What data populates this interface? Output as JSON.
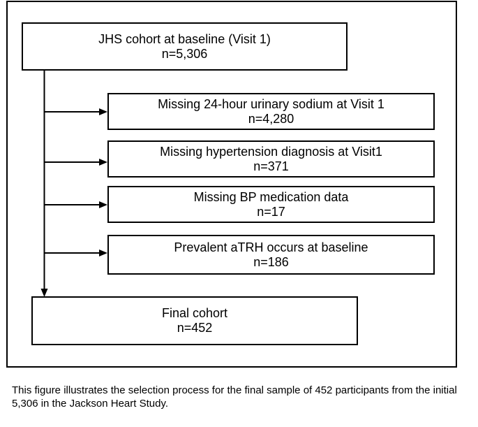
{
  "diagram": {
    "source_box": {
      "line1": "JHS cohort at baseline (Visit 1)",
      "line2": "n=5,306"
    },
    "exclusions": [
      {
        "line1": "Missing 24-hour urinary sodium at Visit 1",
        "line2": "n=4,280"
      },
      {
        "line1": "Missing hypertension diagnosis at Visit1",
        "line2": "n=371"
      },
      {
        "line1": "Missing BP medication data",
        "line2": "n=17"
      },
      {
        "line1": "Prevalent aTRH occurs at baseline",
        "line2": "n=186"
      }
    ],
    "final_box": {
      "line1": "Final cohort",
      "line2": "n=452"
    }
  },
  "caption": "This figure illustrates the selection process for the final sample of 452 participants from the initial 5,306 in the Jackson Heart Study.",
  "colors": {
    "line": "#000000",
    "text": "#000000",
    "background": "#ffffff"
  }
}
